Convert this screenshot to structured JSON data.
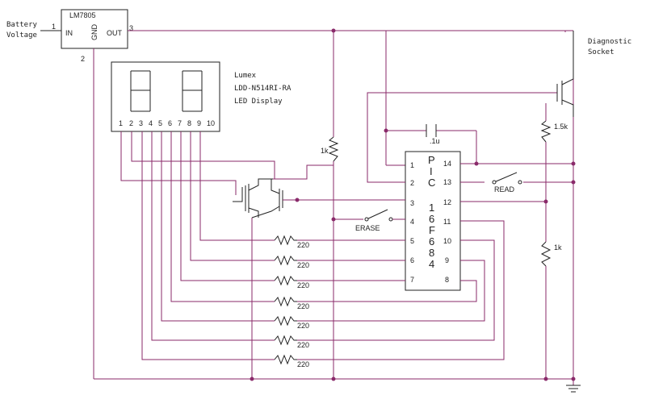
{
  "regulator": {
    "name": "LM7805",
    "pin_in": "IN",
    "pin_gnd": "GND",
    "pin_out": "OUT",
    "pin1": "1",
    "pin2": "2",
    "pin3": "3"
  },
  "battery_label_1": "Battery",
  "battery_label_2": "Voltage",
  "display": {
    "line1": "Lumex",
    "line2": "LDD-N514RI-RA",
    "line3": "LED Display",
    "pins": [
      "1",
      "2",
      "3",
      "4",
      "5",
      "6",
      "7",
      "8",
      "9",
      "10"
    ]
  },
  "pic": {
    "letters": [
      "P",
      "I",
      "C",
      "1",
      "6",
      "F",
      "6",
      "8",
      "4"
    ],
    "left_pins": [
      "1",
      "2",
      "3",
      "4",
      "5",
      "6",
      "7"
    ],
    "right_pins": [
      "14",
      "13",
      "12",
      "11",
      "10",
      "9",
      "8"
    ]
  },
  "resistors": {
    "segment_value": "220",
    "pullup_value": "1k",
    "socket_r1": "1.5k",
    "socket_r2": "1k"
  },
  "capacitor_label": ".1u",
  "switch_read": "READ",
  "switch_erase": "ERASE",
  "socket_label_1": "Diagnostic",
  "socket_label_2": "Socket"
}
